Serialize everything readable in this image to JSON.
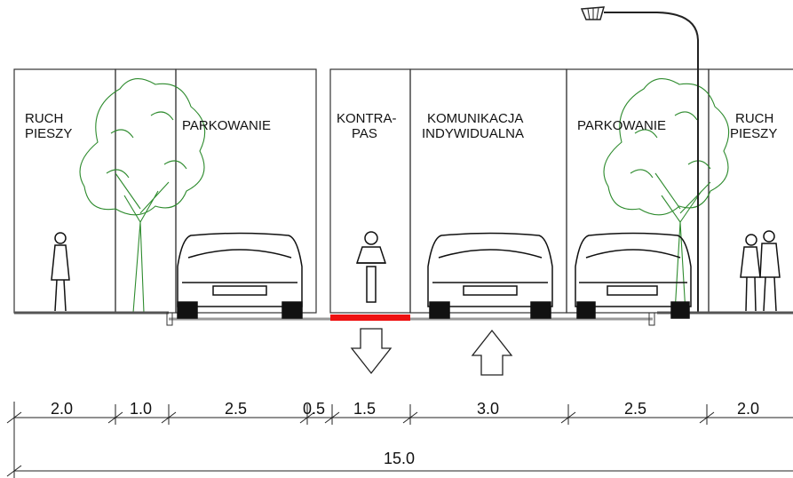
{
  "zones": {
    "ruch_pieszy_left": "RUCH\nPIESZY",
    "parkowanie_left": "PARKOWANIE",
    "kontrapas": "KONTRA-\nPAS",
    "komunikacja": "KOMUNIKACJA\nINDYWIDUALNA",
    "parkowanie_right": "PARKOWANIE",
    "ruch_pieszy_right": "RUCH\nPIESZY"
  },
  "dimensions": [
    "2.0",
    "1.0",
    "2.5",
    "0.5",
    "1.5",
    "3.0",
    "2.5",
    "2.0"
  ],
  "total_width": "15.0",
  "colors": {
    "kontrapas_lane": "#ee1111",
    "tree": "#2e8b2e",
    "line": "#222222",
    "road": "#555555"
  },
  "icons": {
    "street_lamp": "street-lamp-icon",
    "arrow_down": "arrow-down-icon",
    "arrow_up": "arrow-up-icon"
  }
}
